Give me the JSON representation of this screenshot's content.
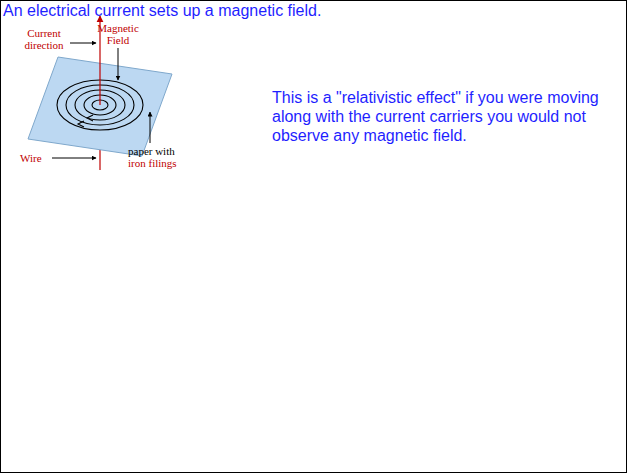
{
  "diagram": {
    "title": "An electrical current sets up a magnetic field.",
    "labels": [
      "Current direction",
      "Magnetic Field",
      "This is a \"relativistic effect\" if you were moving along with the current carriers you would not observe any magnetic field.",
      "paper with",
      "iron filings",
      "Wire"
    ]
  }
}
